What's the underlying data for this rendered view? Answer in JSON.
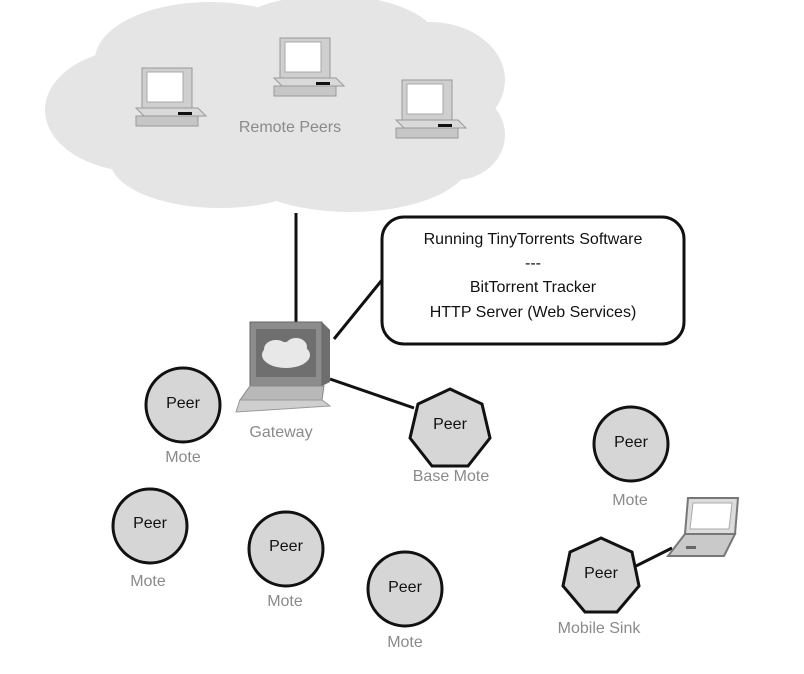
{
  "cloud": {
    "label": "Remote Peers"
  },
  "callout": {
    "lines": [
      "Running TinyTorrents Software",
      "---",
      "BitTorrent Tracker",
      "HTTP Server (Web Services)"
    ]
  },
  "gateway": {
    "label": "Gateway"
  },
  "base_mote": {
    "inner": "Peer",
    "label": "Base Mote"
  },
  "mobile_sink": {
    "inner": "Peer",
    "label": "Mobile Sink"
  },
  "motes": [
    {
      "inner": "Peer",
      "label": "Mote"
    },
    {
      "inner": "Peer",
      "label": "Mote"
    },
    {
      "inner": "Peer",
      "label": "Mote"
    },
    {
      "inner": "Peer",
      "label": "Mote"
    },
    {
      "inner": "Peer",
      "label": "Mote"
    }
  ],
  "colors": {
    "cloud_fill": "#e5e5e5",
    "node_fill": "#d6d6d6",
    "stroke": "#111111",
    "label_gray": "#8a8a8a"
  }
}
